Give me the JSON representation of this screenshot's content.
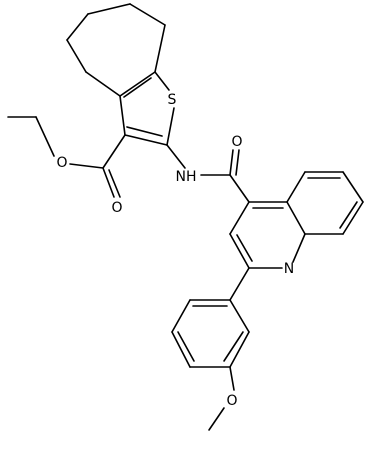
{
  "molecule": {
    "atom_labels": {
      "sulfur": "S",
      "amide_nh": "NH",
      "amide_oxygen": "O",
      "quinoline_nitrogen": "N",
      "ester_carbonyl_oxygen": "O",
      "ester_ether_oxygen": "O",
      "methoxy_oxygen": "O"
    }
  }
}
